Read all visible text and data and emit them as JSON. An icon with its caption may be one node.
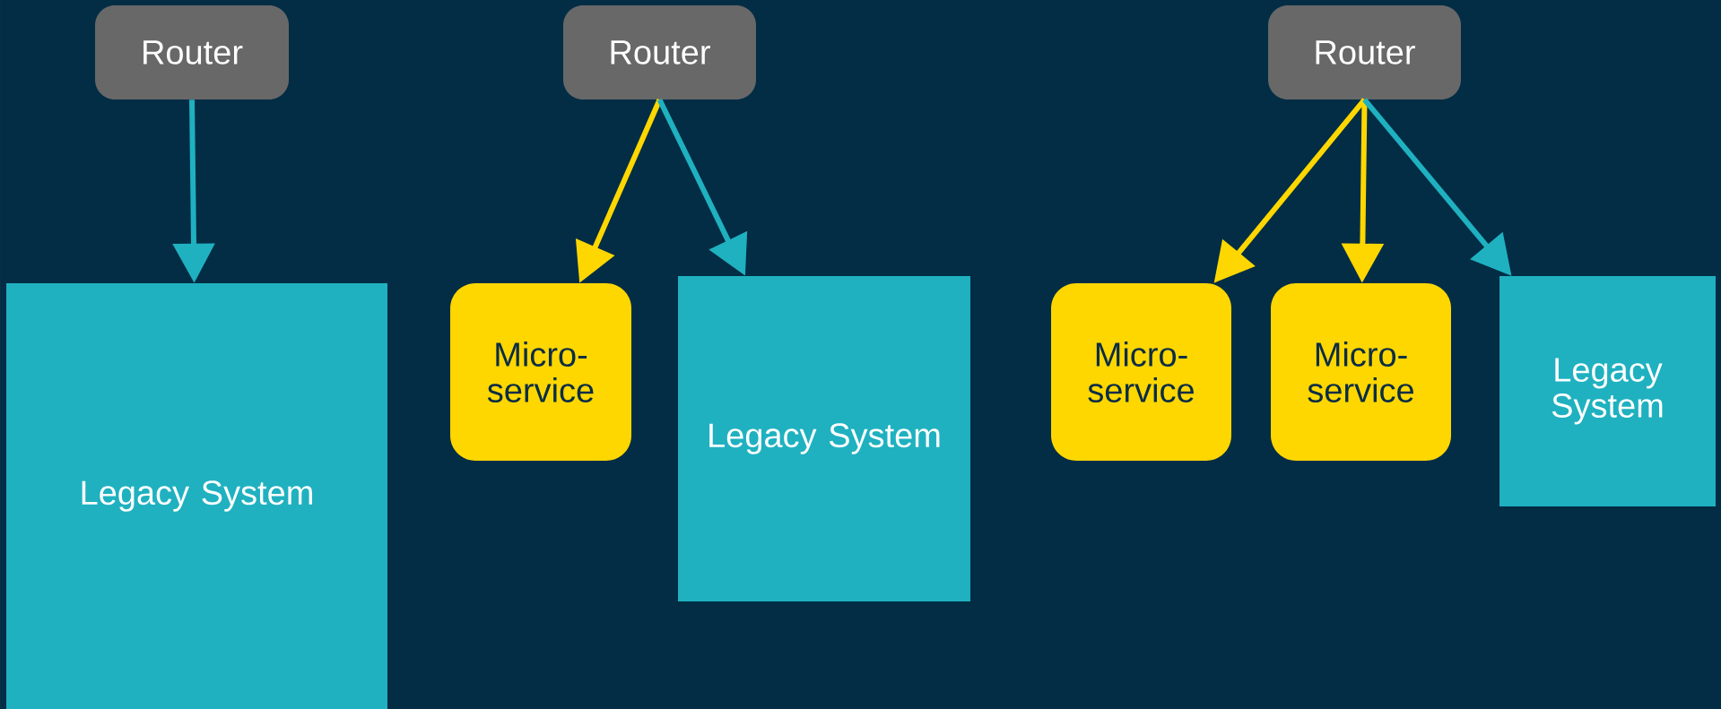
{
  "diagram": {
    "nodes": [
      {
        "text": [
          "Router"
        ]
      },
      {
        "text": [
          "Legacy System"
        ]
      },
      {
        "text": [
          "Router"
        ]
      },
      {
        "text": [
          "Micro- service"
        ]
      },
      {
        "text": [
          "Legacy System"
        ]
      },
      {
        "text": [
          "Router"
        ]
      },
      {
        "text": [
          "Micro- service"
        ]
      },
      {
        "text": [
          "Micro- service"
        ]
      },
      {
        "text": [
          "Legacy System"
        ]
      }
    ],
    "edges": [
      {
        "from": 0,
        "to": 1,
        "arrow": "to",
        "color": "#1fb1c0"
      },
      {
        "from": 2,
        "to": 3,
        "arrow": "to",
        "color": "#ffd700"
      },
      {
        "from": 2,
        "to": 4,
        "arrow": "to",
        "color": "#1fb1c0"
      },
      {
        "from": 5,
        "to": 6,
        "arrow": "to",
        "color": "#ffd700"
      },
      {
        "from": 5,
        "to": 7,
        "arrow": "to",
        "color": "#ffd700"
      },
      {
        "from": 5,
        "to": 8,
        "arrow": "to",
        "color": "#1fb1c0"
      }
    ]
  }
}
